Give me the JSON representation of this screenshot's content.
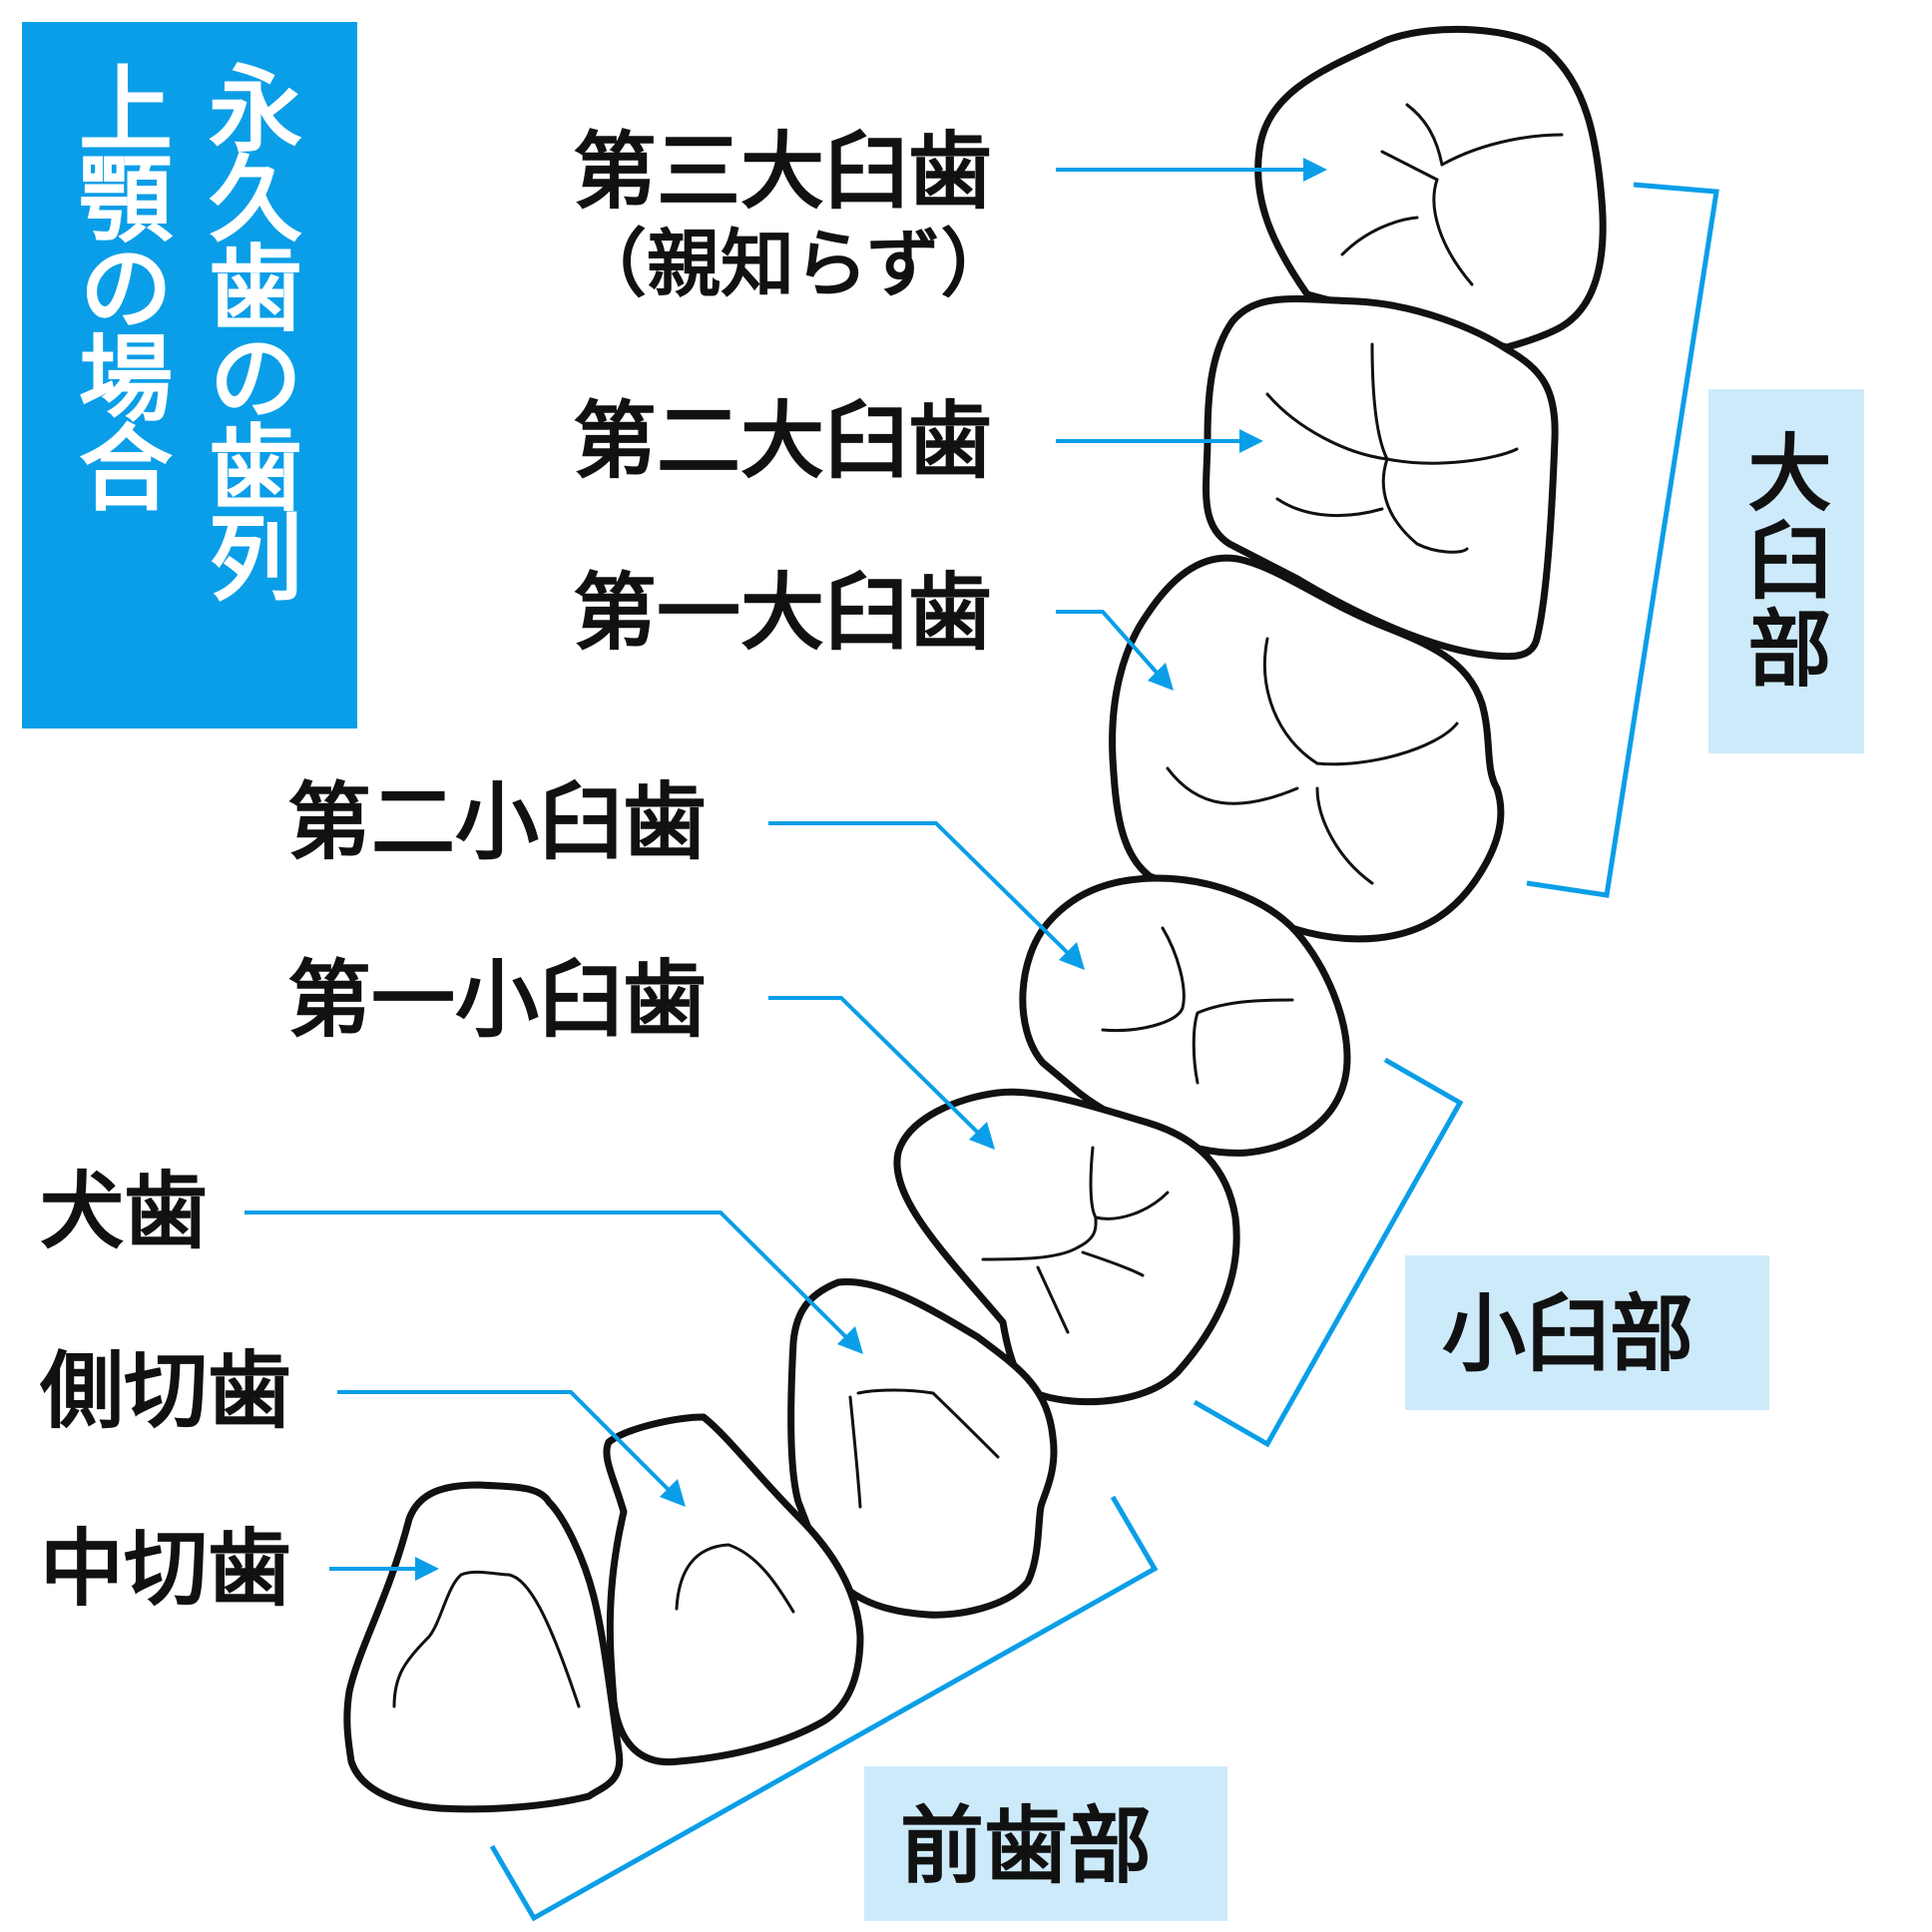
{
  "title": {
    "main": "永久歯の歯列",
    "sub": "上顎の場合"
  },
  "teeth": [
    {
      "id": "third-molar",
      "label": "第三大臼歯",
      "label2": "（親知らず）"
    },
    {
      "id": "second-molar",
      "label": "第二大臼歯"
    },
    {
      "id": "first-molar",
      "label": "第一大臼歯"
    },
    {
      "id": "second-premolar",
      "label": "第二小臼歯"
    },
    {
      "id": "first-premolar",
      "label": "第一小臼歯"
    },
    {
      "id": "canine",
      "label": "犬歯"
    },
    {
      "id": "lateral-incisor",
      "label": "側切歯"
    },
    {
      "id": "central-incisor",
      "label": "中切歯"
    }
  ],
  "groups": {
    "molar": "大臼部",
    "premolar": "小臼部",
    "anterior": "前歯部"
  },
  "colors": {
    "accent": "#0a9ee8",
    "group_bg": "#cdeafb",
    "outline": "#111111"
  }
}
